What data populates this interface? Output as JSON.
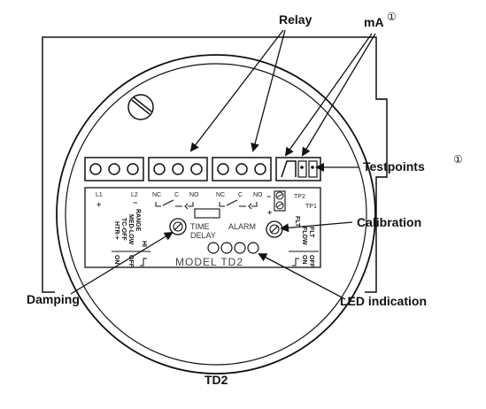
{
  "callouts": {
    "relay": "Relay",
    "ma": "mA",
    "testpoints": "Testpoints",
    "calibration": "Calibration",
    "damping": "Damping",
    "led_indication": "LED indication",
    "footnote_mark": "①"
  },
  "caption": "TD2",
  "panel": {
    "terminal_labels": {
      "l1": "L1",
      "l2": "L2",
      "nc1": "NC",
      "c1": "C",
      "no1": "NO",
      "nc2": "NC",
      "c2": "C",
      "no2": "NO",
      "tp2": "TP2",
      "tp1": "TP1"
    },
    "polarity": {
      "plus": "+",
      "minus": "−"
    },
    "time_delay_1": "TIME",
    "time_delay_2": "DELAY",
    "alarm": "ALARM",
    "model": "MODEL  TD2",
    "left_switch_col1": "HTR-+",
    "left_switch_col2": "TC-OFF",
    "left_switch_col3": "MED-LOW",
    "left_switch_col4": "RANGE",
    "left_switch_col5": "HI",
    "right_switch_col1": "FLT",
    "right_switch_col2": "FLOW",
    "right_switch_col3": "FLT",
    "bottom_left_1": "ON",
    "bottom_left_2": "OFF",
    "bottom_right_1": "ON",
    "bottom_right_2": "OFF"
  }
}
